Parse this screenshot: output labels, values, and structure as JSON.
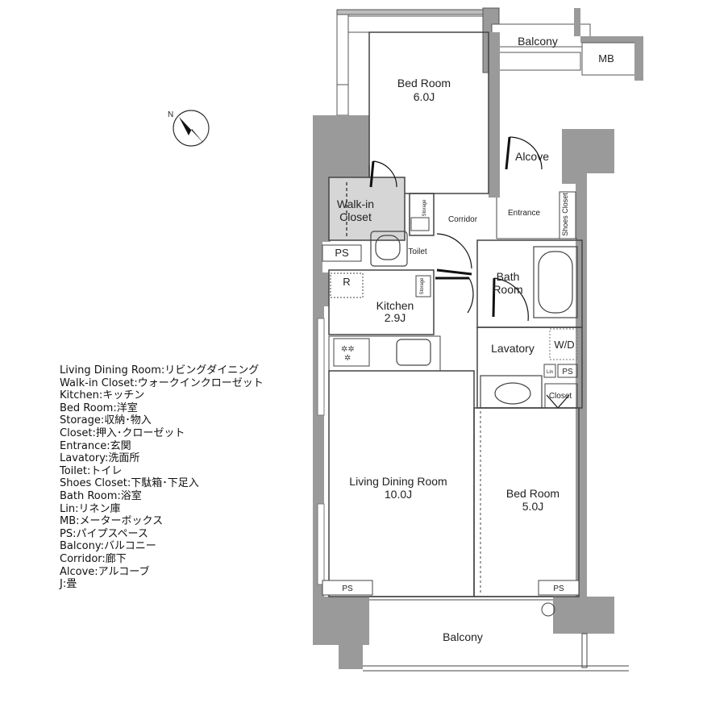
{
  "rooms": {
    "balcony_top": "Balcony",
    "mb": "MB",
    "bedroom_top": {
      "name": "Bed Room",
      "size": "6.0J"
    },
    "alcove": "Alcove",
    "walkin_closet": {
      "line1": "Walk-in",
      "line2": "Closet"
    },
    "storage_top": "Storage",
    "corridor": "Corridor",
    "entrance": "Entrance",
    "shoes_closet": "Shoes Closet",
    "toilet": "Toilet",
    "ps_left": "PS",
    "r": "R",
    "storage_mid": "Storage",
    "bathroom": {
      "line1": "Bath",
      "line2": "Room"
    },
    "kitchen": {
      "name": "Kitchen",
      "size": "2.9J"
    },
    "lavatory": "Lavatory",
    "wd": "W/D",
    "lin": "Lin",
    "ps_lav": "PS",
    "closet": "Closet",
    "living": {
      "name": "Living Dining Room",
      "size": "10.0J"
    },
    "bedroom_bottom": {
      "name": "Bed Room",
      "size": "5.0J"
    },
    "ps_bottom_left": "PS",
    "ps_bottom_right": "PS",
    "balcony_bottom": "Balcony"
  },
  "compass": {
    "label": "N"
  },
  "legend": [
    "Living Dining Room:リビングダイニング",
    "Walk-in Closet:ウォークインクローゼット",
    "Kitchen:キッチン",
    "Bed Room:洋室",
    "Storage:収納･物入",
    "Closet:押入･クローゼット",
    "Entrance:玄関",
    "Lavatory:洗面所",
    "Toilet:トイレ",
    "Shoes Closet:下駄箱･下足入",
    "Bath Room:浴室",
    "Lin:リネン庫",
    "MB:メーターボックス",
    "PS:パイプスペース",
    "Balcony:バルコニー",
    "Corridor:廊下",
    "Alcove:アルコーブ",
    "J:畳"
  ]
}
